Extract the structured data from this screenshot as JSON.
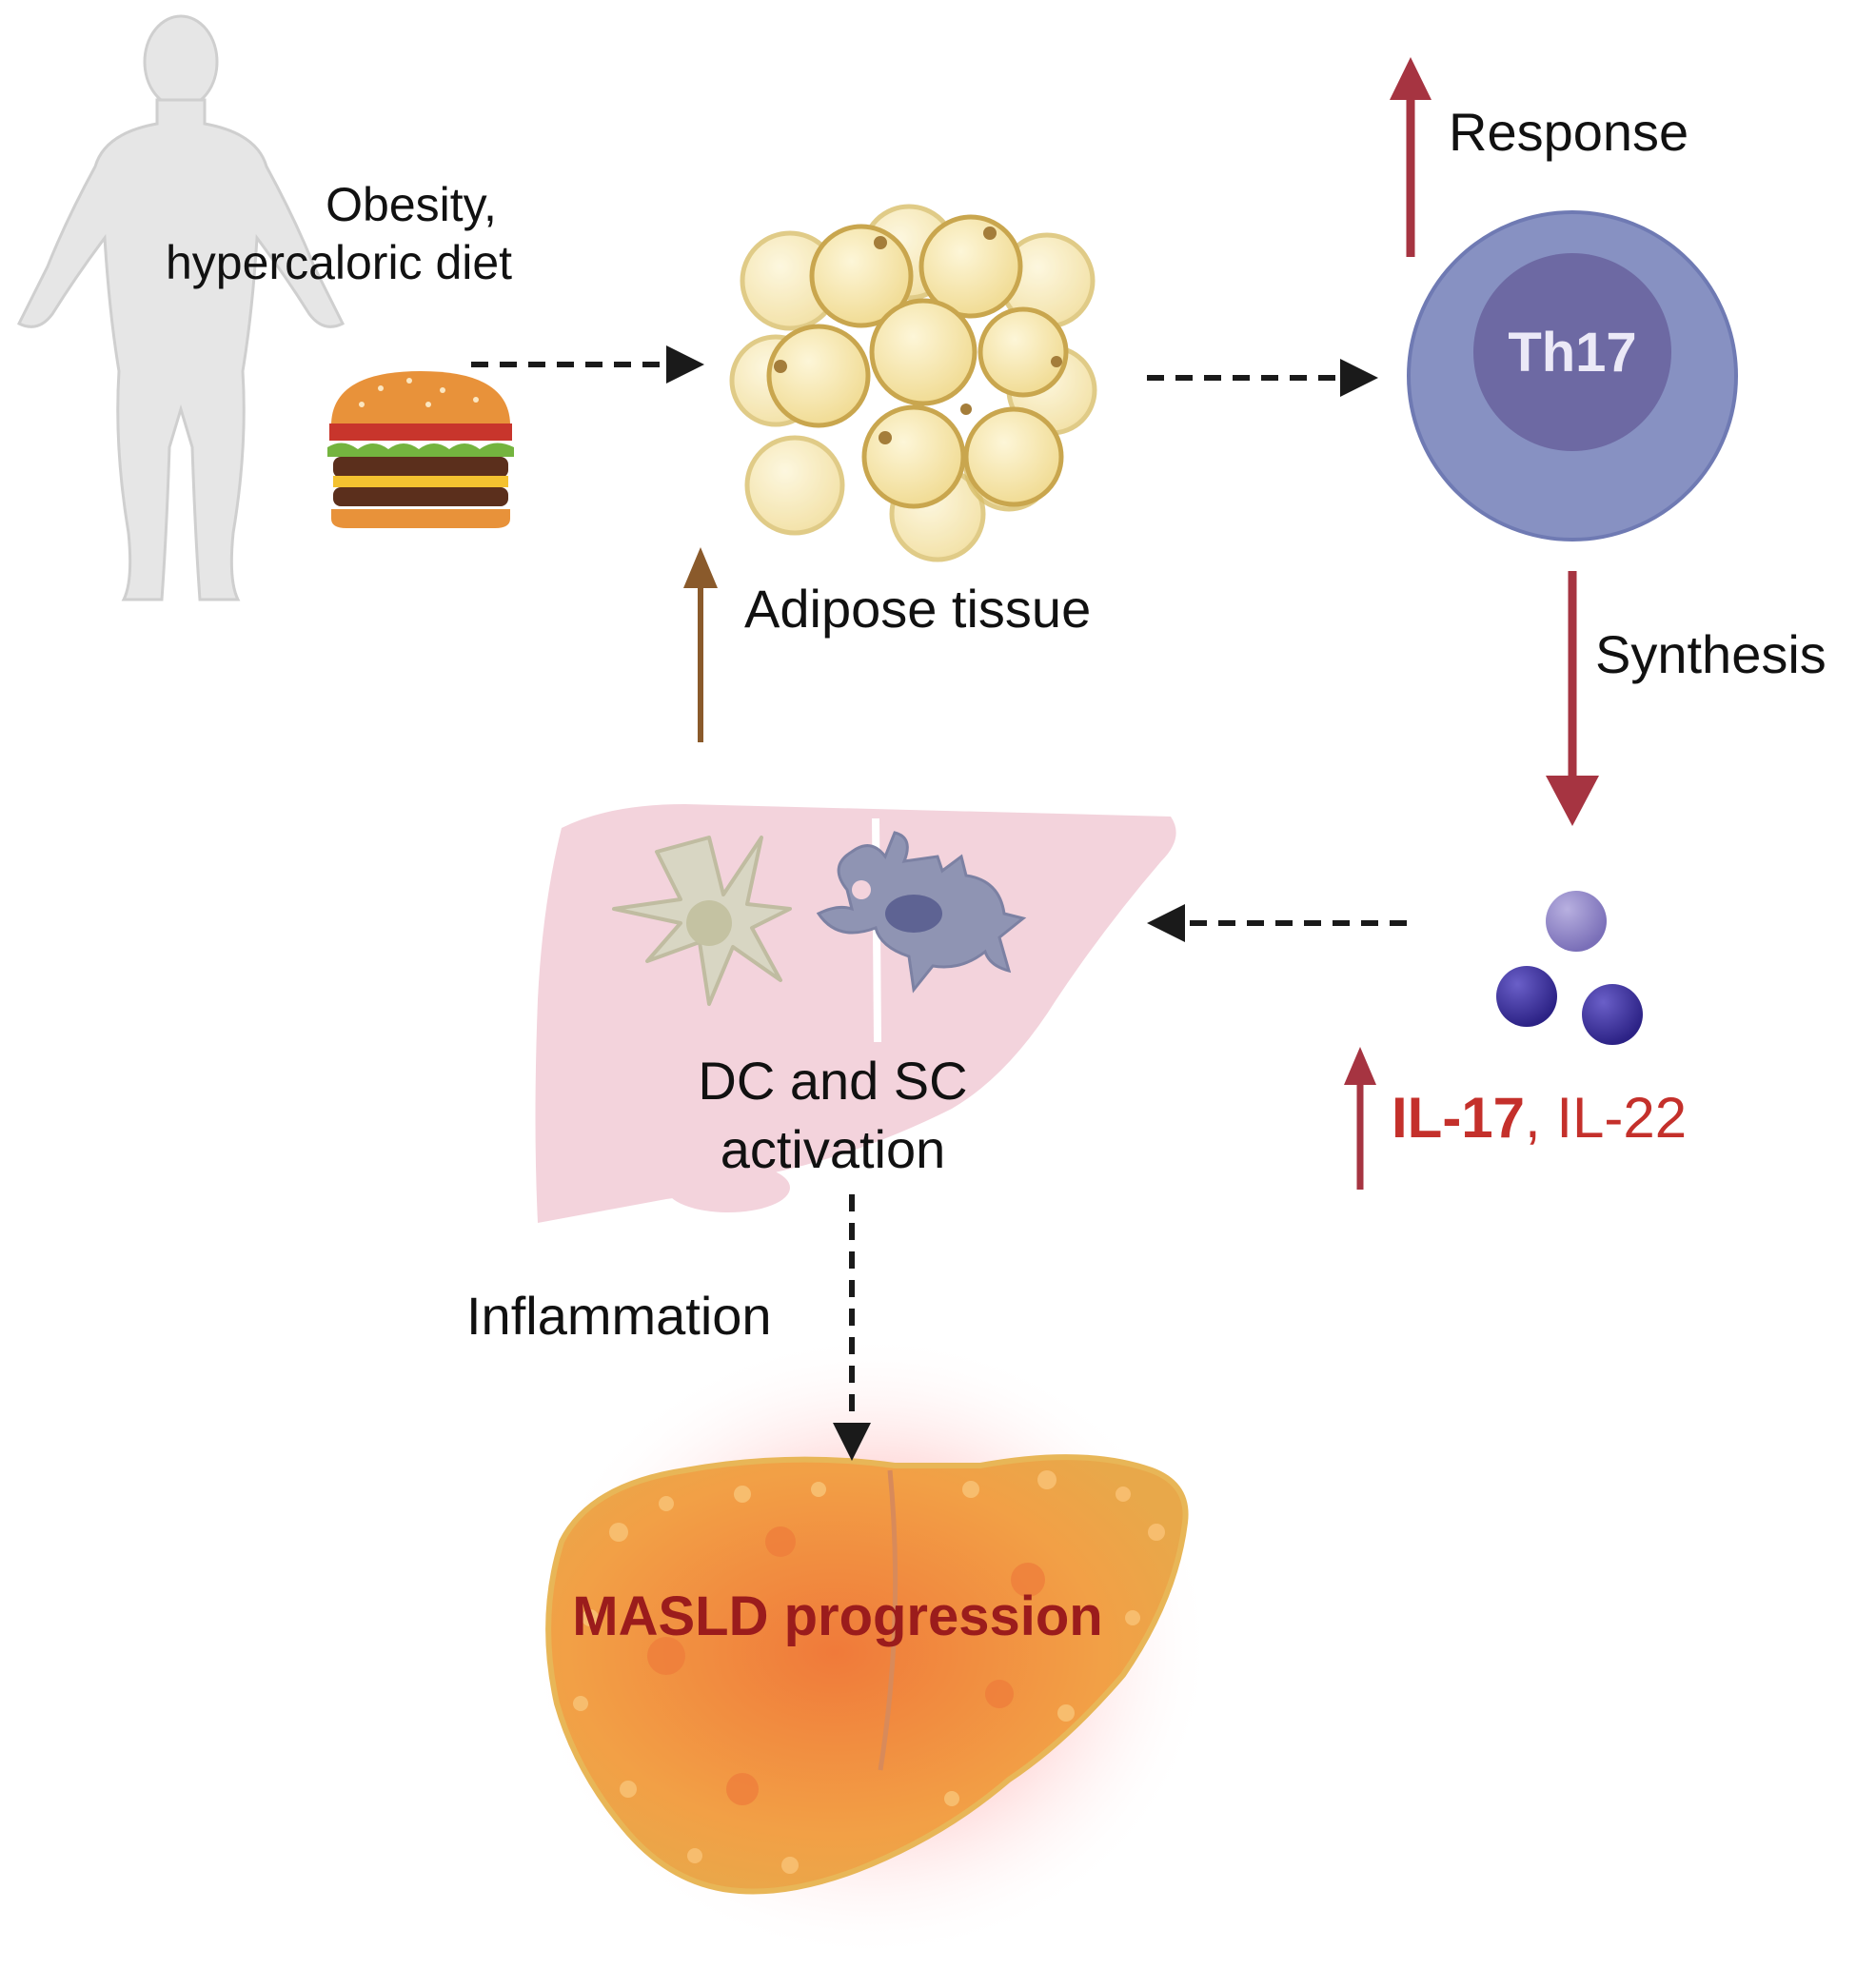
{
  "labels": {
    "obesity_line1": "Obesity,",
    "obesity_line2": "hypercaloric diet",
    "adipose": "Adipose tissue",
    "th17": "Th17",
    "response": "Response",
    "synthesis": "Synthesis",
    "il17": "IL-17",
    "comma": ",",
    "il22": "IL-22",
    "dc_line1": "DC and SC",
    "dc_line2": "activation",
    "inflammation": "Inflammation",
    "masld": "MASLD progression"
  },
  "colors": {
    "red_arrow": "#a63441",
    "brown_arrow": "#8a5a2b",
    "dashed_arrow": "#1a1a1a",
    "th17_outer": "#8791c2",
    "th17_inner": "#6d69a3",
    "cytokine_light": "#8a7fc2",
    "cytokine_dark": "#3b2f93",
    "il_text": "#c4302b",
    "masld_text": "#9b1c1c",
    "liver_pink": "#f3d3dc",
    "fat_cell": "#f6e7b0",
    "diseased_liver": "#ef9b3e"
  },
  "icons": [
    "person-icon",
    "burger-icon",
    "adipose-cells-icon",
    "th17-cell-icon",
    "cytokines-icon",
    "liver-icon",
    "dendritic-cell-icon",
    "stellate-cell-icon",
    "diseased-liver-icon"
  ]
}
